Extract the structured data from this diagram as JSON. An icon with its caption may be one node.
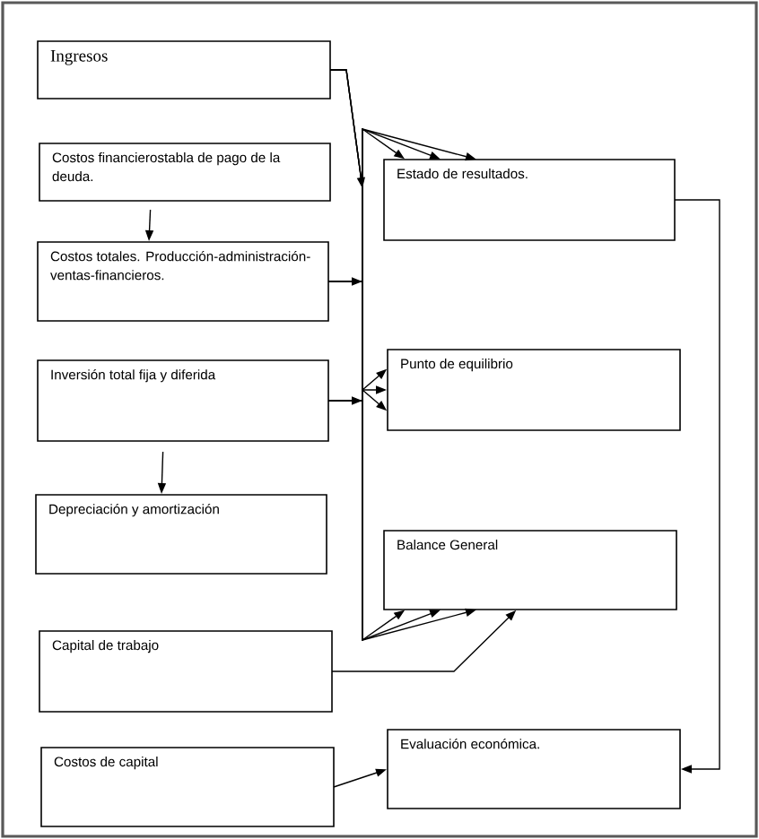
{
  "diagram": {
    "nodes": [
      {
        "text": [
          "Ingresos"
        ]
      },
      {
        "text": [
          "Costos financierostabla de pago de la deuda."
        ]
      },
      {
        "text": [
          "Costos totales. Producción-administración-ventas-financieros."
        ]
      },
      {
        "text": [
          "Inversión total fija y diferida"
        ]
      },
      {
        "text": [
          "Depreciación y amortización"
        ]
      },
      {
        "text": [
          "Capital de trabajo"
        ]
      },
      {
        "text": [
          "Costos de capital"
        ]
      },
      {
        "text": [
          "Estado de resultados."
        ]
      },
      {
        "text": [
          "Punto de equilibrio"
        ]
      },
      {
        "text": [
          "Balance General"
        ]
      },
      {
        "text": [
          "Evaluación económica."
        ]
      }
    ],
    "edges": [
      {
        "from": 0,
        "to": 7,
        "arrow": "to"
      },
      {
        "from": 0,
        "to": 8,
        "arrow": "to"
      },
      {
        "from": 0,
        "to": 9,
        "arrow": "to"
      },
      {
        "from": 2,
        "to": 7,
        "arrow": "to"
      },
      {
        "from": 2,
        "to": 8,
        "arrow": "to"
      },
      {
        "from": 2,
        "to": 9,
        "arrow": "to"
      },
      {
        "from": 3,
        "to": 7,
        "arrow": "to"
      },
      {
        "from": 3,
        "to": 8,
        "arrow": "to"
      },
      {
        "from": 3,
        "to": 9,
        "arrow": "to"
      },
      {
        "from": 1,
        "to": 2,
        "arrow": "to"
      },
      {
        "from": 3,
        "to": 4,
        "arrow": "to"
      },
      {
        "from": 5,
        "to": 9,
        "arrow": "to"
      },
      {
        "from": 6,
        "to": 10,
        "arrow": "to"
      },
      {
        "from": 7,
        "to": 10,
        "arrow": "to"
      }
    ]
  }
}
